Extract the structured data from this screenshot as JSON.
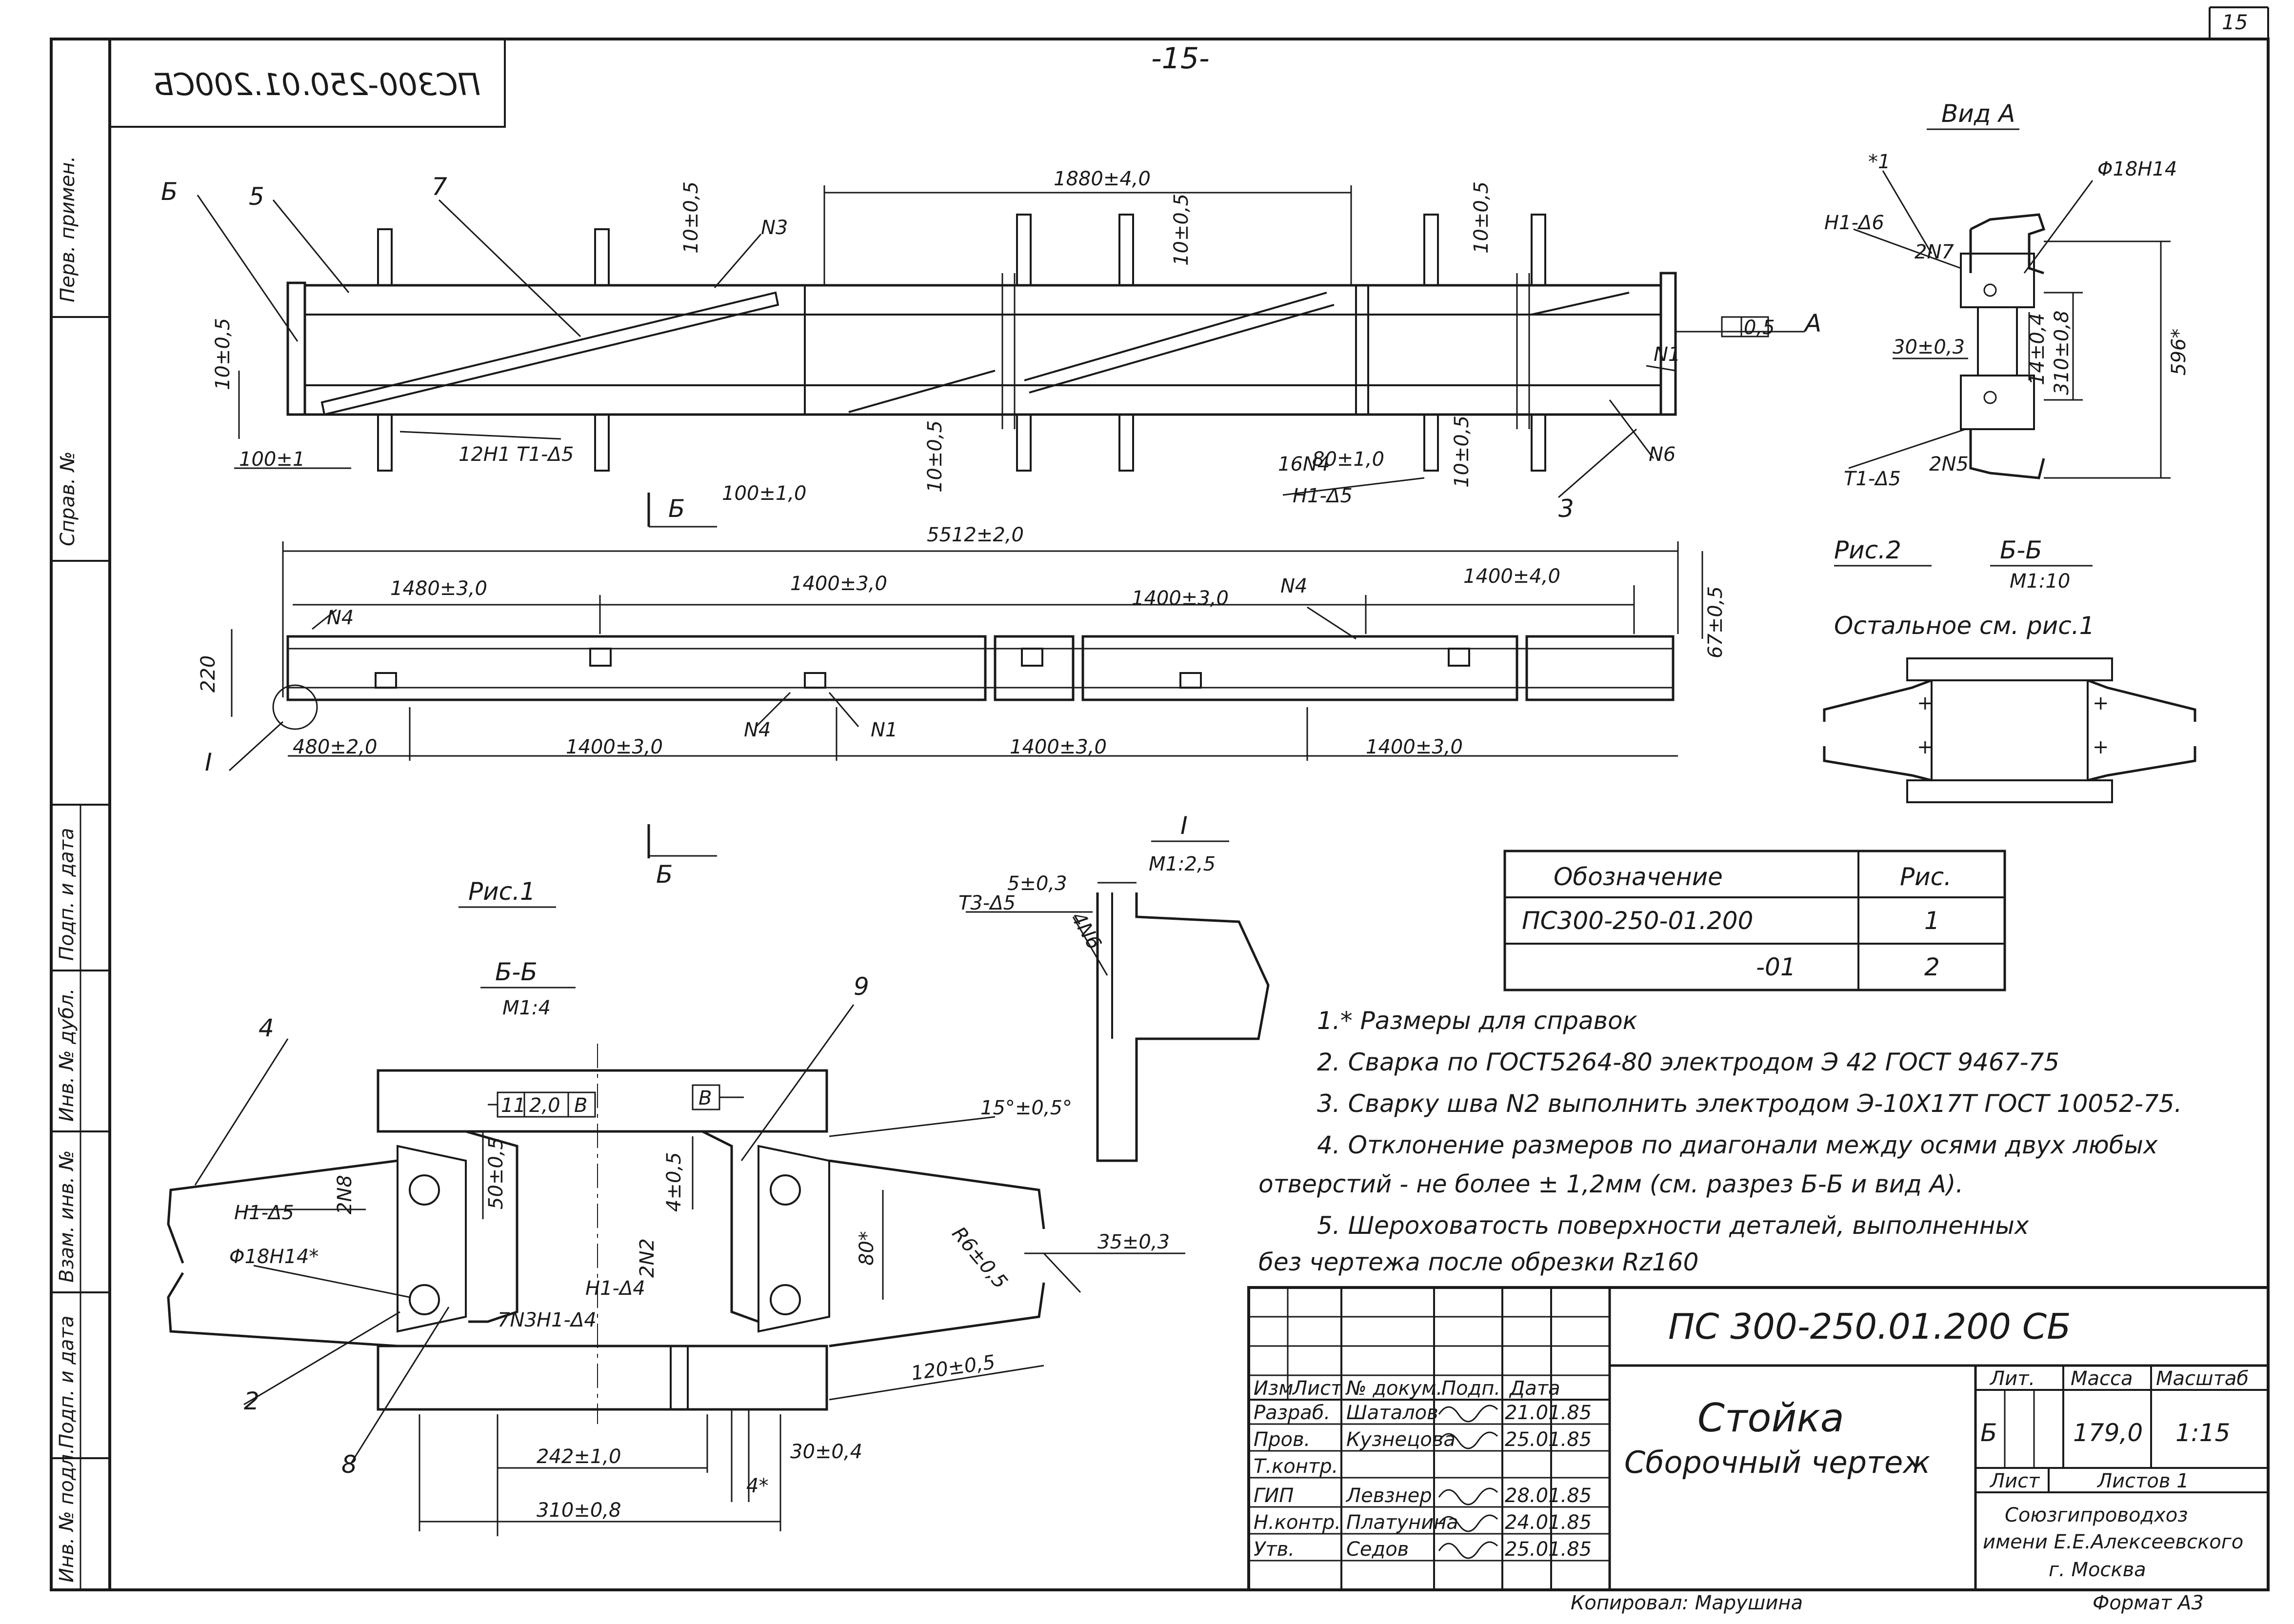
{
  "sheet": {
    "page_number_top": "-15-",
    "sheet_number_corner": "15",
    "mirrored_code": "ПС300-250.01.200СБ"
  },
  "left_strip": {
    "perv_primen": "Перв. примен.",
    "sprav_no": "Справ. №",
    "podp_data": "Подп. и дата",
    "inv_dubl": "Инв. № дубл.",
    "vzam_inv": "Взам. инв. №",
    "podp_data2": "Подп. и дата",
    "inv_podl": "Инв. № подл."
  },
  "main_view": {
    "callouts": [
      "Б",
      "5",
      "7",
      "N3",
      "N1",
      "N6",
      "3",
      "N4",
      "N4",
      "N4",
      "N1",
      "I",
      "Б",
      "Б"
    ],
    "dims": {
      "d1880": "1880±4,0",
      "d10a": "10±0,5",
      "d10b": "10±0,5",
      "d10c": "10±0,5",
      "d10d": "10±0,5",
      "d10e": "10±0,5",
      "d10f": "10±0,5",
      "d100a": "100±1",
      "d100b": "100±1,0",
      "d80": "80±1,0",
      "weld1": "12H1 T1-Δ5",
      "weld2": "16N4",
      "weld3": "H1-Δ5",
      "flat": "0,5",
      "view_arrow": "А"
    }
  },
  "lower_view": {
    "dims": {
      "d5512": "5512±2,0",
      "d1480": "1480±3,0",
      "d1400a": "1400±3,0",
      "d1400b": "1400±3,0",
      "d1400c": "1400±4,0",
      "d220": "220",
      "d67": "67±0,5",
      "d480": "480±2,0",
      "d1400d": "1400±3,0",
      "d1400e": "1400±3,0",
      "d1400f": "1400±3,0"
    }
  },
  "view_a": {
    "title": "Вид А",
    "labels": {
      "star1": "*1",
      "phi": "Φ18H14",
      "weld_top": "H1-Δ6",
      "n7": "2N7",
      "d30": "30±0,3",
      "d14": "14±0,4",
      "d310": "310±0,8",
      "d596": "596*",
      "weld_bot": "T1-Δ5",
      "n5": "2N5"
    }
  },
  "fig2": {
    "title": "Рис.2",
    "section": "Б-Б",
    "scale": "М1:10",
    "note": "Остальное см. рис.1"
  },
  "fig1": {
    "title": "Рис.1",
    "section": "Б-Б",
    "scale": "М1:4",
    "labels": {
      "p4": "4",
      "p9": "9",
      "p2": "2",
      "p8": "8",
      "tol_a": "11",
      "tol_b": "2,0",
      "tol_c": "В",
      "tol_d": "В",
      "d50": "50±0,5",
      "d4": "4±0,5",
      "d15": "15°±0,5°",
      "weld1": "H1-Δ5",
      "weld_n8": "2N8",
      "phi": "Φ18H14*",
      "weld2": "H1-Δ4",
      "weld_n2": "2N2",
      "weld3": "7N3",
      "weld4": "H1-Δ4",
      "d80": "80*",
      "r6": "R6±0,5",
      "d35": "35±0,3",
      "d120": "120±0,5",
      "d242": "242±1,0",
      "d30": "30±0,4",
      "d310": "310±0,8",
      "d4s": "4*"
    }
  },
  "detail_i": {
    "title": "I",
    "scale": "М1:2,5",
    "d5": "5±0,3",
    "weld": "T3-Δ5",
    "n6": "4N6"
  },
  "table": {
    "headers": [
      "Обозначение",
      "Рис."
    ],
    "rows": [
      [
        "ПС300-250-01.200",
        "1"
      ],
      [
        "-01",
        "2"
      ]
    ]
  },
  "notes": [
    "1.* Размеры для справок",
    "2. Сварка по ГОСТ5264-80 электродом Э 42 ГОСТ 9467-75",
    "3. Сварку шва N2 выполнить электродом Э-10Х17Т ГОСТ 10052-75.",
    "4. Отклонение размеров по диагонали между осями двух любых",
    "отверстий - не более ± 1,2мм (см. разрез Б-Б и вид А).",
    "5. Шероховатость поверхности деталей, выполненных",
    "без чертежа после обрезки Rz160"
  ],
  "title_block": {
    "code": "ПС 300-250.01.200 СБ",
    "name1": "Стойка",
    "name2": "Сборочный чертеж",
    "col_headers": [
      "Изм",
      "Лист",
      "№ докум.",
      "Подп.",
      "Дата"
    ],
    "rows": [
      {
        "role": "Разраб.",
        "name": "Шаталов",
        "date": "21.01.85"
      },
      {
        "role": "Пров.",
        "name": "Кузнецова",
        "date": "25.01.85"
      },
      {
        "role": "Т.контр.",
        "name": "",
        "date": ""
      },
      {
        "role": "ГИП",
        "name": "Левзнер",
        "date": "28.01.85"
      },
      {
        "role": "Н.контр.",
        "name": "Платунина",
        "date": "24.01.85"
      },
      {
        "role": "Утв.",
        "name": "Седов",
        "date": "25.01.85"
      }
    ],
    "lit_label": "Лит.",
    "mass_label": "Масса",
    "scale_label": "Масштаб",
    "lit_value": "Б",
    "mass_value": "179,0",
    "scale_value": "1:15",
    "sheet_label": "Лист",
    "sheets_label": "Листов 1",
    "org1": "Союзгипроводхоз",
    "org2": "имени Е.Е.Алексеевского",
    "org3": "г. Москва",
    "copied": "Копировал: Марушина",
    "format": "Формат А3"
  },
  "colors": {
    "ink": "#1a1a1a",
    "paper": "#ffffff"
  }
}
